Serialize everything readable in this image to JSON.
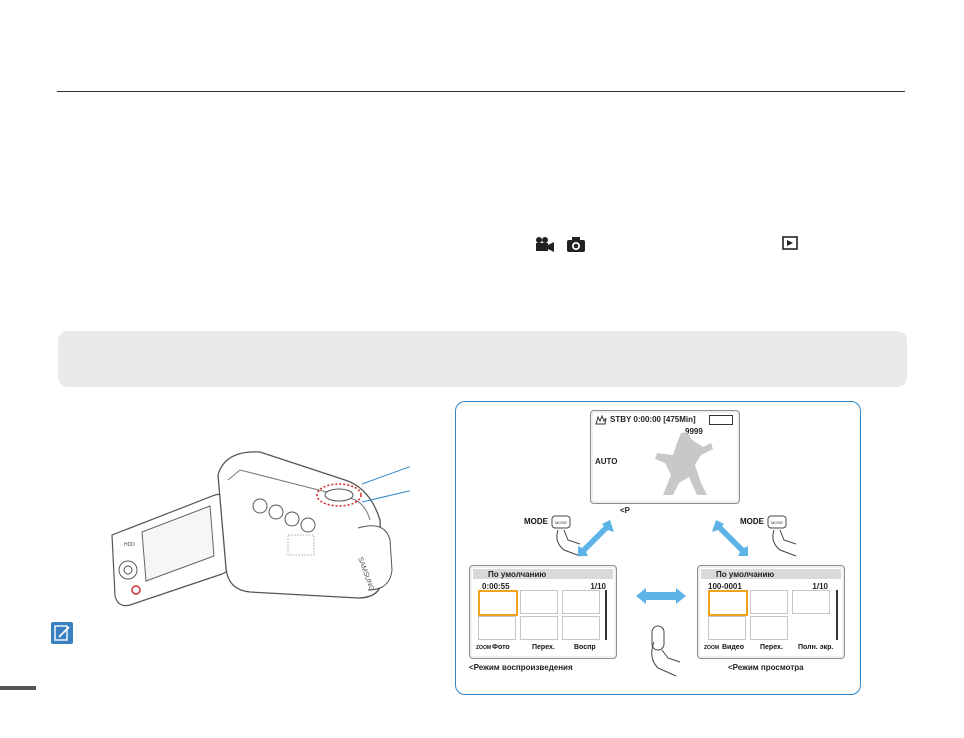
{
  "icons": {
    "video_mode": "video-camera-icon",
    "photo_mode": "photo-camera-icon",
    "playback_mode": "play-box-icon",
    "note": "pencil-note-icon"
  },
  "colors": {
    "accent_blue": "#2f86c8",
    "highlight_orange": "#f0a316",
    "band_gray": "#e8e9ea"
  },
  "diagram": {
    "stby_screen": {
      "status_line": "STBY 0:00:00 [475Min]",
      "counter": "9999",
      "auto_label": "AUTO"
    },
    "left_label": "MODE",
    "right_label": "MODE",
    "button_text": "MODE",
    "photo_screen": {
      "title": "По умолчанию",
      "sub_left": "0:00:55",
      "sub_right": "1/10",
      "bottom_zoom": "ZOOM",
      "bottom_a": "Фото",
      "bottom_b": "Перех.",
      "bottom_c": "Воспр"
    },
    "video_screen": {
      "title": "По умолчанию",
      "sub_left": "100-0001",
      "sub_right": "1/10",
      "bottom_zoom": "ZOOM",
      "bottom_a": "Видео",
      "bottom_b": "Перех.",
      "bottom_c": "Полн. экр."
    },
    "caption_top": "<Р",
    "caption_left": "<Режим воспроизведения",
    "caption_right": "<Режим просмотра"
  }
}
